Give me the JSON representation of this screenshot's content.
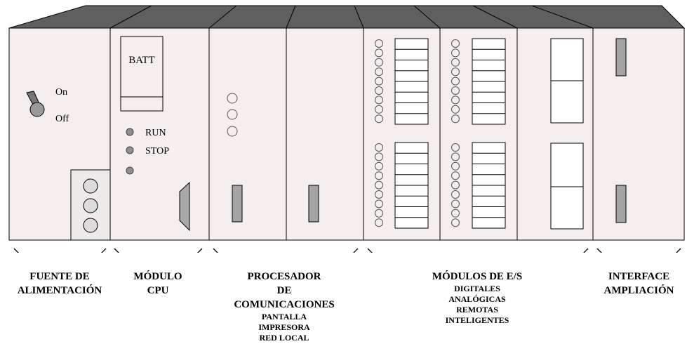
{
  "colors": {
    "module_face": "#f4eeee",
    "top_bevel": "#5f5f5f",
    "led": "#9a9a9a",
    "slot": "#a4a4a4",
    "outline": "#000000"
  },
  "modules": {
    "power": {
      "switch_on": "On",
      "switch_off": "Off"
    },
    "cpu": {
      "battery": "BATT",
      "led_run": "RUN",
      "led_stop": "STOP"
    }
  },
  "labels": {
    "power": {
      "line1": "FUENTE DE",
      "line2": "ALIMENTACIÓN"
    },
    "cpu": {
      "line1": "MÓDULO",
      "line2": "CPU"
    },
    "comm": {
      "line1": "PROCESADOR",
      "line2": "DE",
      "line3": "COMUNICACIONES",
      "subs": [
        "PANTALLA",
        "IMPRESORA",
        "RED LOCAL"
      ]
    },
    "io": {
      "line1": "MÓDULOS DE E/S",
      "subs": [
        "DIGITALES",
        "ANALÓGICAS",
        "REMOTAS",
        "INTELIGENTES"
      ]
    },
    "expansion": {
      "line1": "INTERFACE",
      "line2": "AMPLIACIÓN"
    }
  }
}
